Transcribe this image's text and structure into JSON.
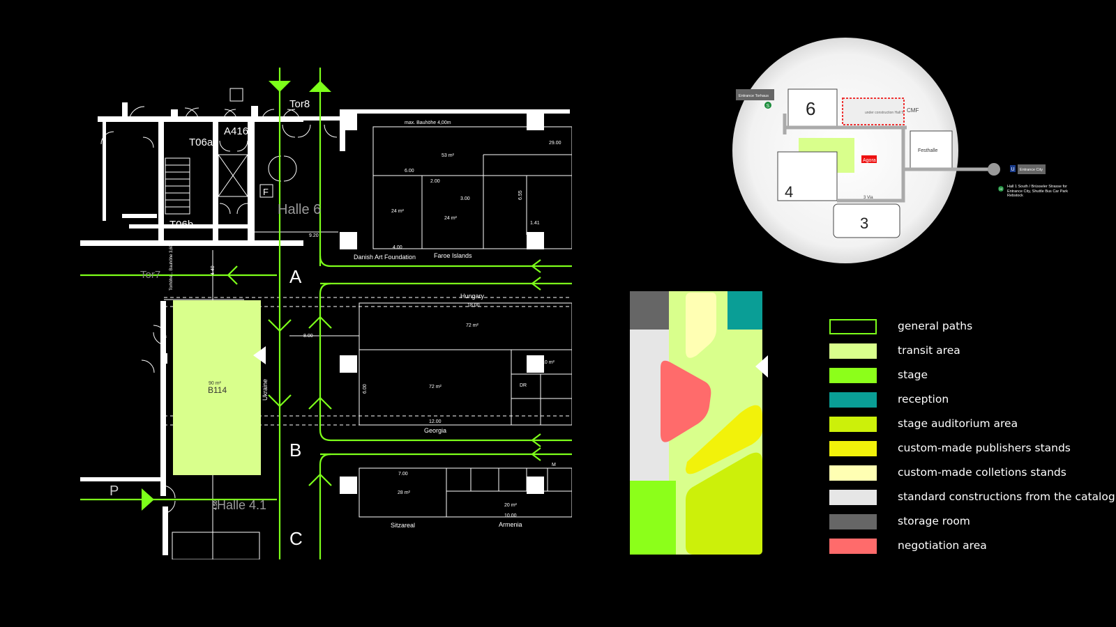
{
  "colors": {
    "background": "#000000",
    "path_green": "#7dff1a",
    "transit_area": "#d9ff8c",
    "stage": "#8cff1a",
    "reception": "#0a9e96",
    "stage_auditorium": "#ccf00a",
    "publishers_stands": "#f2f20a",
    "collections_stands": "#ffffb3",
    "standard_constructions": "#e6e6e6",
    "storage_room": "#666666",
    "negotiation_area": "#ff6b6b"
  },
  "plan": {
    "gate_top": "Tor8",
    "gate_left": "Tor7",
    "room_a416": "A416",
    "room_t06a": "T06a",
    "room_t06b": "T06b",
    "marker_f": "F",
    "hall_6": "Halle 6",
    "hall_41": "Halle 4.1",
    "max_height": "max. Bauhöhe 4,00m",
    "aisle_a": "A",
    "aisle_b": "B",
    "aisle_c": "C",
    "p_marker": "P",
    "note_vertical": "Torhöhe... Bauhöhe 3,60m",
    "stands": {
      "danish": "Danish Art Foundation",
      "faroe": "Faroe Islands",
      "hungary": "Hungary",
      "georgia": "Georgia",
      "ukraine": "Ukraine",
      "sitzareal": "Sitzareal",
      "armenia": "Armenia",
      "b114": "B114",
      "b114_area": "90 m²"
    },
    "areas": {
      "a1": "53 m²",
      "a2": "24 m²",
      "a3": "24 m²",
      "a4": "72 m²",
      "a5": "72 m²",
      "a6": "28 m²",
      "a7": "20 m²",
      "a8": "10 m²"
    },
    "dims": {
      "d1": "29.00",
      "d2": "6.00",
      "d3": "3.00",
      "d4": "2.00",
      "d5": "4.00",
      "d6": "6.55",
      "d7": "1.41",
      "d8": "9.20",
      "d9": "18.00",
      "d10": "8.00",
      "d11": "12.00",
      "d12": "7.00",
      "d13": "10.00",
      "d14": "4.40",
      "d15": "4.50",
      "d16": "6.00",
      "d17": "DR",
      "d18": "M"
    }
  },
  "overview": {
    "entrance_torhaus": "Entrance Torhaus",
    "entrance_city": "Entrance City",
    "hall_6": "6",
    "hall_4": "4",
    "hall_3": "3",
    "agora": "Agora",
    "festhalle": "Festhalle",
    "cmf": "CMF",
    "under_construction": "under construction Hall 5",
    "via": "3 Via",
    "hall1_note": "Hall 1 South / Brüsseler Strasse for Entrance City, Shuttle Bus Car Park Rebstock",
    "s_badge": "S",
    "u_badge": "U",
    "h_badge": "H"
  },
  "legend": [
    {
      "label": "general paths",
      "color": "#000000",
      "border": "#7dff1a"
    },
    {
      "label": "transit area",
      "color": "#d9ff8c"
    },
    {
      "label": "stage",
      "color": "#8cff1a"
    },
    {
      "label": "reception",
      "color": "#0a9e96"
    },
    {
      "label": "stage auditorium area",
      "color": "#ccf00a"
    },
    {
      "label": "custom-made publishers stands",
      "color": "#f2f20a"
    },
    {
      "label": "custom-made colletions stands",
      "color": "#ffffb3"
    },
    {
      "label": "standard constructions from the catalog",
      "color": "#e6e6e6"
    },
    {
      "label": "storage room",
      "color": "#666666"
    },
    {
      "label": "negotiation area",
      "color": "#ff6b6b"
    }
  ]
}
